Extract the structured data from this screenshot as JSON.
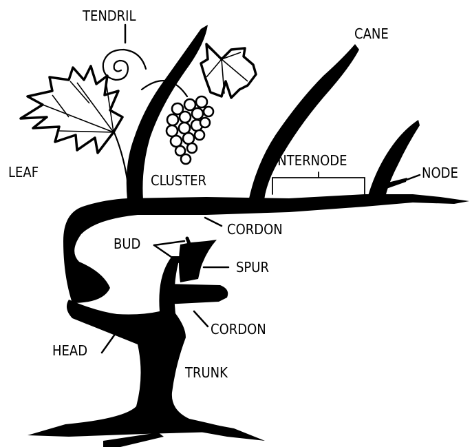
{
  "colors": {
    "ink": "#000000",
    "background": "#ffffff"
  },
  "labels": {
    "tendril": "TENDRIL",
    "cane": "CANE",
    "leaf": "LEAF",
    "cluster": "CLUSTER",
    "internode": "INTERNODE",
    "node": "NODE",
    "cordon_upper": "CORDON",
    "bud": "BUD",
    "spur": "SPUR",
    "cordon_lower": "CORDON",
    "head": "HEAD",
    "trunk": "TRUNK"
  }
}
